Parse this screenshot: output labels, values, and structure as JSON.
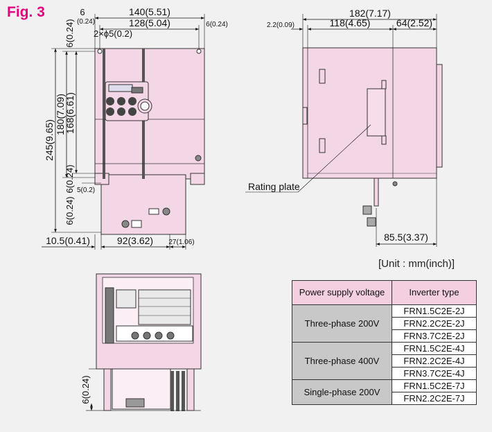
{
  "figure": {
    "label": "Fig. 3",
    "unit_note": "[Unit : mm(inch)]"
  },
  "front_view": {
    "dims": {
      "width_total": "140(5.51)",
      "width_inner": "128(5.04)",
      "offset_left_6": "6",
      "offset_left_024": "(0.24)",
      "offset_right": "6(0.24)",
      "mount_holes": "2×ϕ5(0.2)",
      "height_total": "245(9.65)",
      "height_180": "180(7.09)",
      "height_168": "168(6.61)",
      "top_offset": "6(0.24)",
      "low_offset_1": "6(0.24)",
      "low_offset_2": "5(0.2)",
      "low_offset_3": "6(0.24)",
      "bottom_left": "10.5(0.41)",
      "bottom_mid": "92(3.62)",
      "bottom_right": "27(1.06)"
    }
  },
  "side_view": {
    "dims": {
      "depth_total": "182(7.17)",
      "depth_left": "2.2(0.09)",
      "depth_118": "118(4.65)",
      "depth_64": "64(2.52)",
      "depth_bottom": "85.5(3.37)"
    },
    "rating_plate_label": "Rating plate"
  },
  "bottom_view": {
    "dim": "6(0.24)"
  },
  "table": {
    "headers": [
      "Power supply voltage",
      "Inverter type"
    ],
    "groups": [
      {
        "voltage": "Three-phase 200V",
        "types": [
          "FRN1.5C2E-2J",
          "FRN2.2C2E-2J",
          "FRN3.7C2E-2J"
        ]
      },
      {
        "voltage": "Three-phase 400V",
        "types": [
          "FRN1.5C2E-4J",
          "FRN2.2C2E-4J",
          "FRN3.7C2E-4J"
        ]
      },
      {
        "voltage": "Single-phase 200V",
        "types": [
          "FRN1.5C2E-7J",
          "FRN2.2C2E-7J"
        ]
      }
    ]
  },
  "colors": {
    "body": "#f4d7e6",
    "accent": "#e5007e",
    "line": "#333333"
  }
}
